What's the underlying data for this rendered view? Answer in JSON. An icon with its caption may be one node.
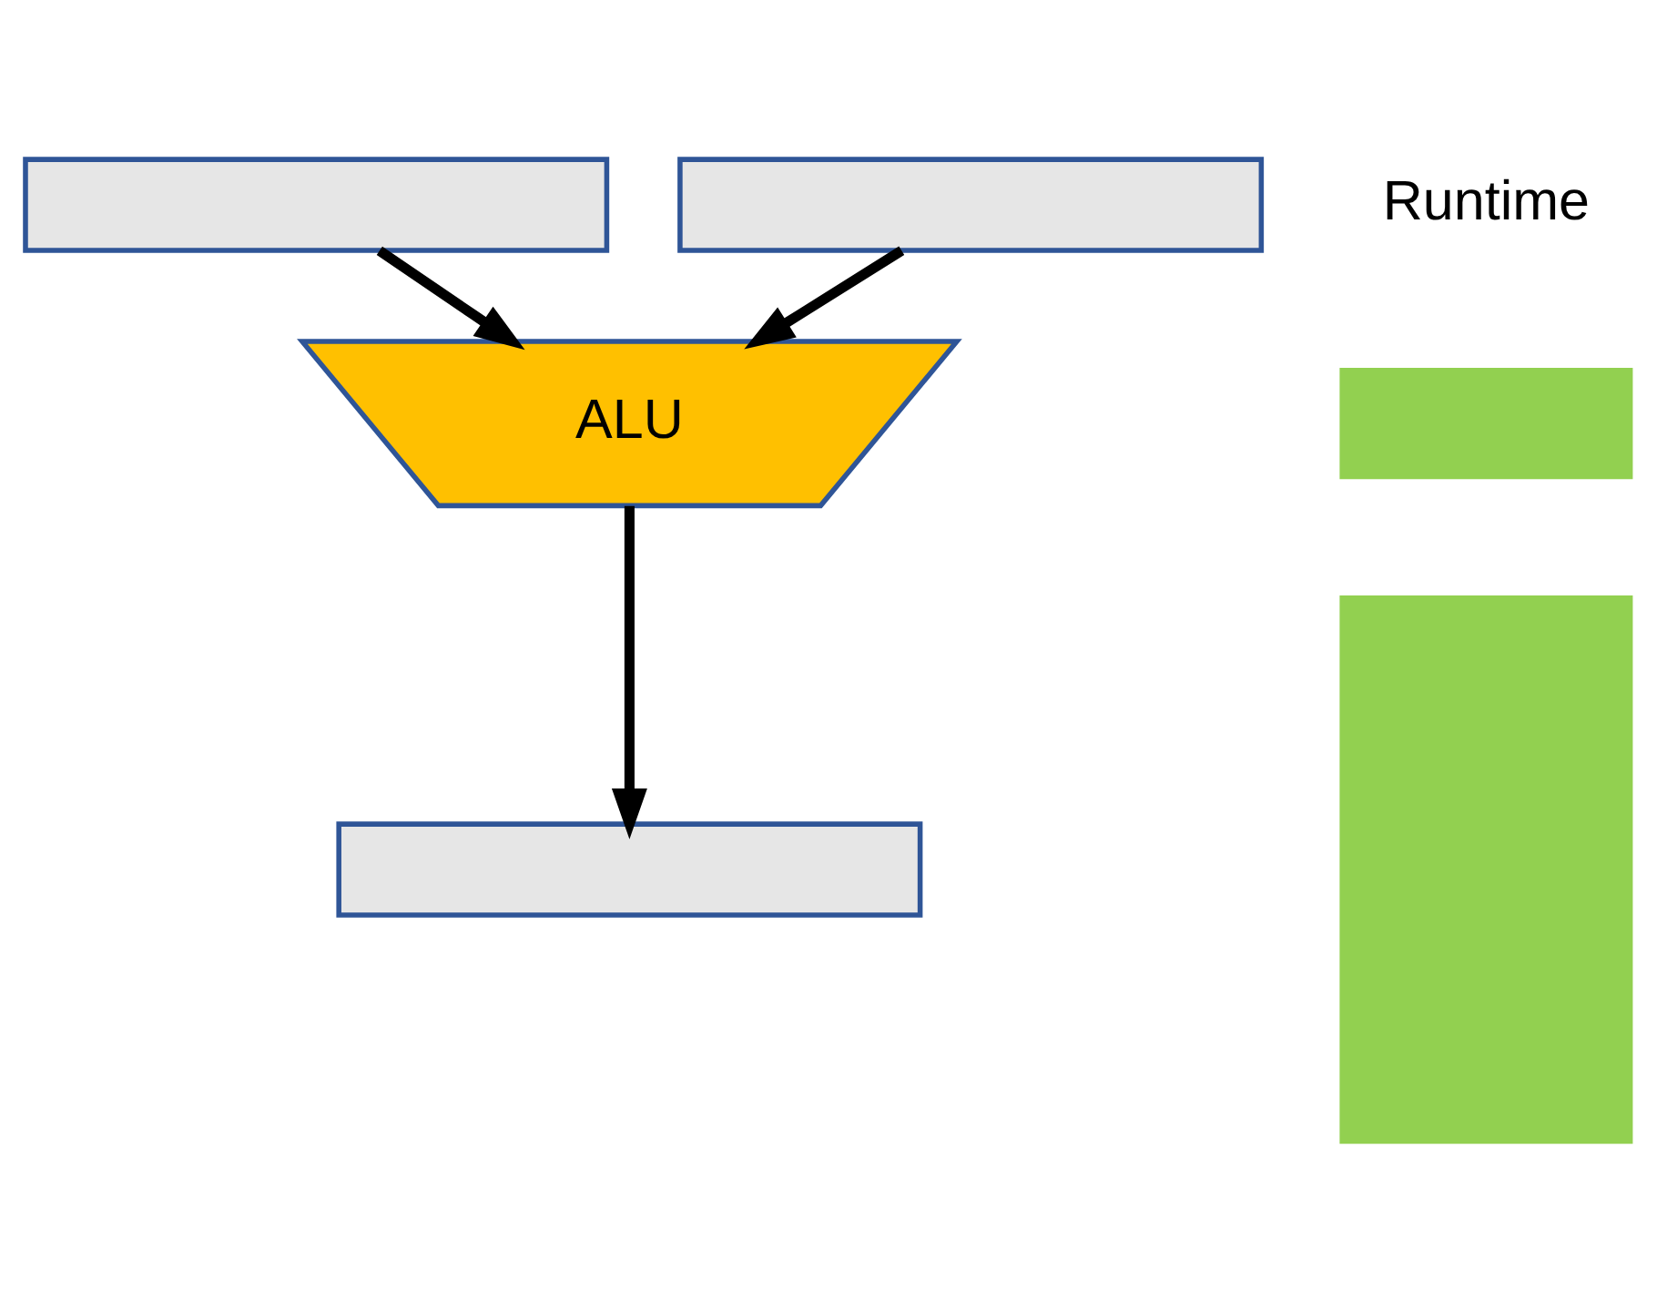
{
  "diagram": {
    "nodes": [
      {
        "text": [],
        "shape": "box"
      },
      {
        "text": [],
        "shape": "box"
      },
      {
        "text": [
          "ALU"
        ]
      },
      {
        "text": [],
        "shape": "box"
      },
      {
        "text": [],
        "shape": "bar"
      },
      {
        "text": [],
        "shape": "bar"
      }
    ],
    "edges": [
      {
        "from": 0,
        "to": 2,
        "arrow": "to"
      },
      {
        "from": 1,
        "to": 2,
        "arrow": "to"
      },
      {
        "from": 2,
        "to": 3,
        "arrow": "to"
      }
    ],
    "labels": [
      "Runtime"
    ]
  }
}
